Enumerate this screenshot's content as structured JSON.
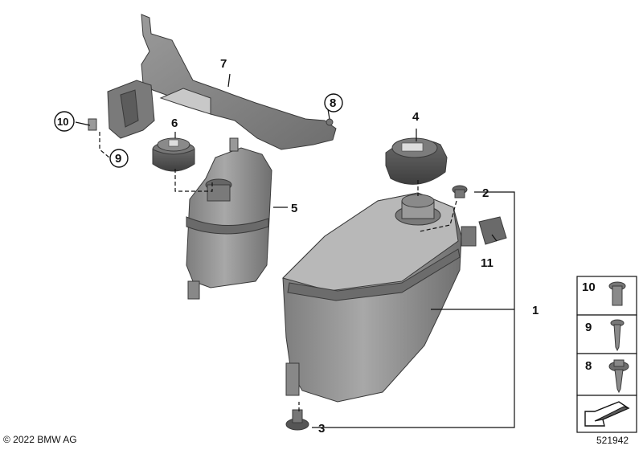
{
  "diagram": {
    "callouts": [
      {
        "id": "c1",
        "label": "1"
      },
      {
        "id": "c2",
        "label": "2"
      },
      {
        "id": "c3",
        "label": "3"
      },
      {
        "id": "c4",
        "label": "4"
      },
      {
        "id": "c5",
        "label": "5"
      },
      {
        "id": "c6",
        "label": "6"
      },
      {
        "id": "c7",
        "label": "7"
      },
      {
        "id": "c8",
        "label": "8"
      },
      {
        "id": "c9",
        "label": "9"
      },
      {
        "id": "c10",
        "label": "10"
      },
      {
        "id": "c11",
        "label": "11"
      }
    ],
    "legend": [
      {
        "label": "10"
      },
      {
        "label": "9"
      },
      {
        "label": "8"
      }
    ]
  },
  "footer": {
    "copyright": "© 2022 BMW AG",
    "diagram_number": "521942"
  },
  "colors": {
    "part_fill": "#8c8c8c",
    "part_dark": "#5e5e5e",
    "part_light": "#b4b4b4",
    "line": "#111111"
  }
}
